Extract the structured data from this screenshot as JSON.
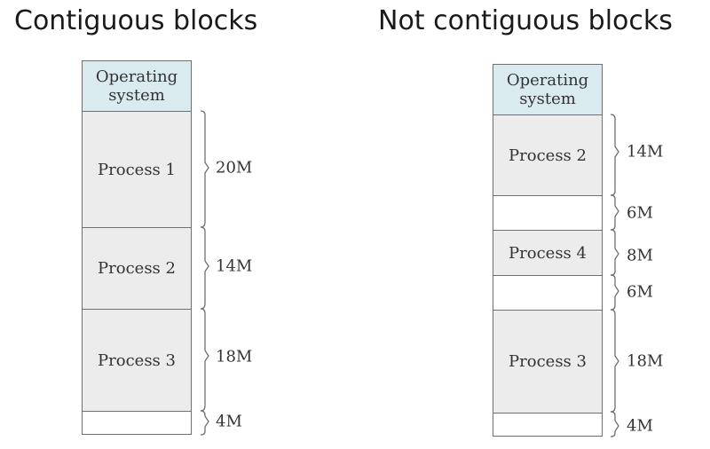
{
  "diagrams": [
    {
      "title": "Contiguous blocks",
      "os_label": "Operating\nsystem",
      "blocks": [
        {
          "label": "Process 1",
          "size": "20M"
        },
        {
          "label": "Process 2",
          "size": "14M"
        },
        {
          "label": "Process 3",
          "size": "18M"
        },
        {
          "label": "",
          "size": "4M"
        }
      ]
    },
    {
      "title": "Not contiguous blocks",
      "os_label": "Operating\nsystem",
      "blocks": [
        {
          "label": "Process 2",
          "size": "14M"
        },
        {
          "label": "",
          "size": "6M"
        },
        {
          "label": "Process 4",
          "size": "8M"
        },
        {
          "label": "",
          "size": "6M"
        },
        {
          "label": "Process 3",
          "size": "18M"
        },
        {
          "label": "",
          "size": "4M"
        }
      ]
    }
  ]
}
